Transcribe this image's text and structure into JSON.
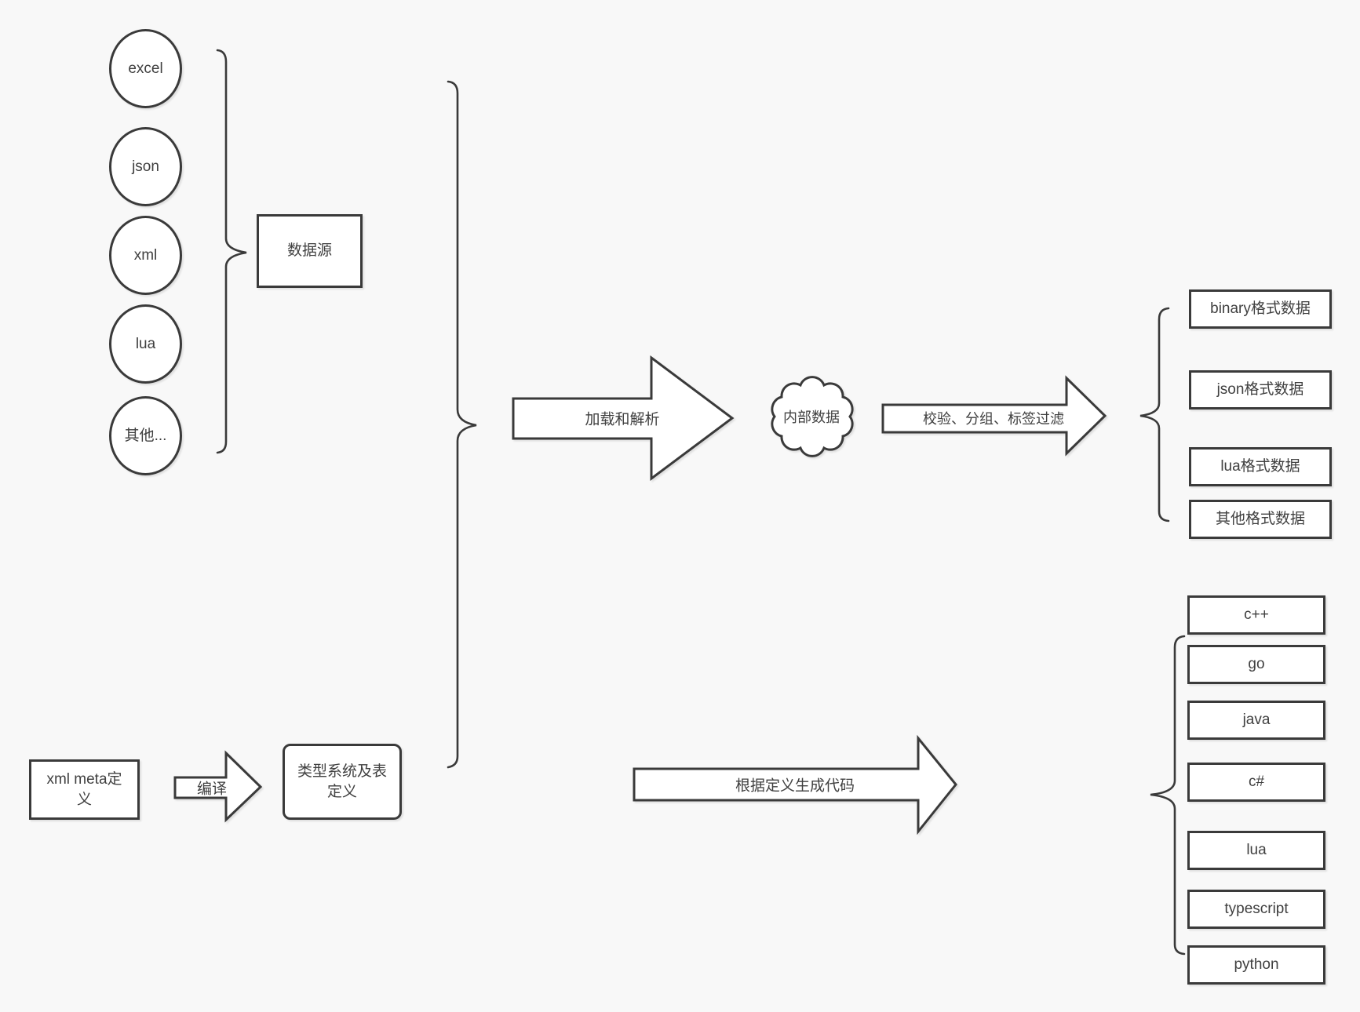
{
  "colors": {
    "background": "#f8f8f8",
    "stroke": "#3a3a3a",
    "shape_fill": "#ffffff",
    "text": "#404040"
  },
  "sources": {
    "items": [
      "excel",
      "json",
      "xml",
      "lua",
      "其他..."
    ],
    "group_label": "数据源"
  },
  "pipeline": {
    "load_parse_label": "加载和解析",
    "internal_data_label": "内部数据",
    "validate_label": "校验、分组、标签过滤"
  },
  "definition": {
    "xml_meta_label": "xml meta定义",
    "compile_label": "编译",
    "type_system_label": "类型系统及表定义",
    "generate_label": "根据定义生成代码"
  },
  "outputs": {
    "formats": [
      "binary格式数据",
      "json格式数据",
      "lua格式数据",
      "其他格式数据"
    ],
    "languages": [
      "c++",
      "go",
      "java",
      "c#",
      "lua",
      "typescript",
      "python"
    ]
  }
}
